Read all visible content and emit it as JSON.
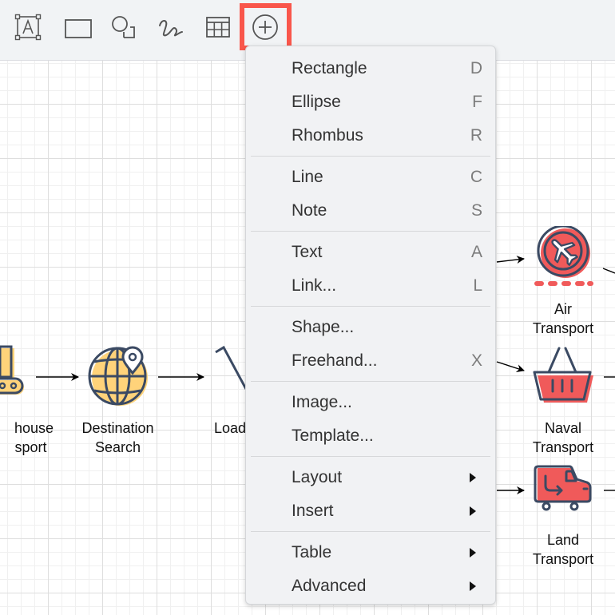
{
  "toolbar": {
    "tools": [
      {
        "name": "text-tool",
        "icon": "text-box-icon",
        "label": "A"
      },
      {
        "name": "rectangle-tool",
        "icon": "rectangle-icon"
      },
      {
        "name": "shapes-tool",
        "icon": "shapes-icon"
      },
      {
        "name": "freehand-tool",
        "icon": "freehand-icon"
      },
      {
        "name": "table-tool",
        "icon": "table-icon"
      },
      {
        "name": "insert-tool",
        "icon": "plus-circle-icon",
        "highlighted": true
      }
    ],
    "highlight_color": "#f9564b"
  },
  "menu": {
    "groups": [
      [
        {
          "label": "Rectangle",
          "shortcut": "D"
        },
        {
          "label": "Ellipse",
          "shortcut": "F"
        },
        {
          "label": "Rhombus",
          "shortcut": "R"
        }
      ],
      [
        {
          "label": "Line",
          "shortcut": "C"
        },
        {
          "label": "Note",
          "shortcut": "S"
        }
      ],
      [
        {
          "label": "Text",
          "shortcut": "A"
        },
        {
          "label": "Link...",
          "shortcut": "L"
        }
      ],
      [
        {
          "label": "Shape...",
          "shortcut": ""
        },
        {
          "label": "Freehand...",
          "shortcut": "X"
        }
      ],
      [
        {
          "label": "Image...",
          "shortcut": ""
        },
        {
          "label": "Template...",
          "shortcut": ""
        }
      ],
      [
        {
          "label": "Layout",
          "submenu": true
        },
        {
          "label": "Insert",
          "submenu": true
        }
      ],
      [
        {
          "label": "Table",
          "submenu": true
        },
        {
          "label": "Advanced",
          "submenu": true
        }
      ]
    ]
  },
  "diagram": {
    "nodes": [
      {
        "id": "warehouse",
        "label_line1": "house",
        "label_line2": "sport",
        "icon": "conveyor-icon"
      },
      {
        "id": "destination",
        "label_line1": "Destination",
        "label_line2": "Search",
        "icon": "globe-pin-icon"
      },
      {
        "id": "loading",
        "label_line1": "Load",
        "label_line2": "",
        "icon": "loading-icon"
      },
      {
        "id": "air",
        "label_line1": "Air",
        "label_line2": "Transport",
        "icon": "airplane-icon"
      },
      {
        "id": "naval",
        "label_line1": "Naval",
        "label_line2": "Transport",
        "icon": "basket-icon"
      },
      {
        "id": "land",
        "label_line1": "Land",
        "label_line2": "Transport",
        "icon": "truck-icon"
      }
    ],
    "colors": {
      "stroke": "#3b4a63",
      "yellow": "#ffd37a",
      "red": "#f05a5a"
    }
  }
}
